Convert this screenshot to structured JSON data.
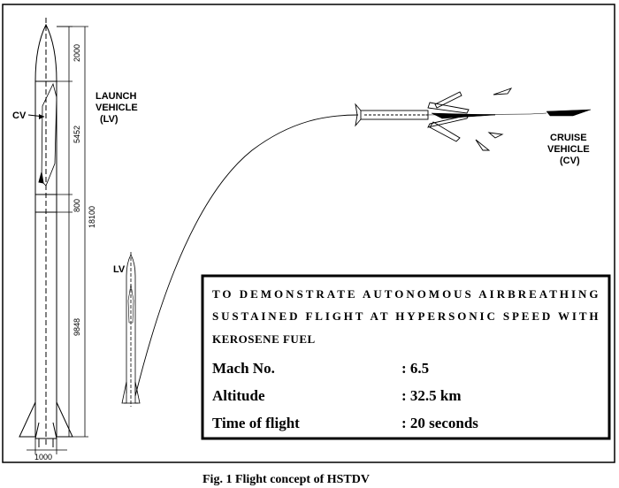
{
  "diagram": {
    "labels": {
      "launch_vehicle": [
        "LAUNCH",
        "VEHICLE",
        "(LV)"
      ],
      "cruise_vehicle": [
        "CRUISE",
        "VEHICLE",
        "(CV)"
      ],
      "cv_marker": "CV",
      "lv_small": "LV"
    },
    "dimensions": {
      "d2000": "2000",
      "d5452": "5452",
      "d800": "800",
      "d9848": "9848",
      "total": "18100",
      "width": "1000"
    },
    "mission": {
      "line1": "TO DEMONSTRATE AUTONOMOUS AIRBREATHING",
      "line2": "SUSTAINED FLIGHT AT HYPERSONIC SPEED WITH",
      "line3": "KEROSENE FUEL"
    },
    "params": [
      {
        "name": "Mach No.",
        "value": ": 6.5"
      },
      {
        "name": "Altitude",
        "value": ": 32.5 km"
      },
      {
        "name": "Time of flight",
        "value": ": 20 seconds"
      }
    ],
    "caption": "Fig. 1 Flight concept of HSTDV"
  }
}
